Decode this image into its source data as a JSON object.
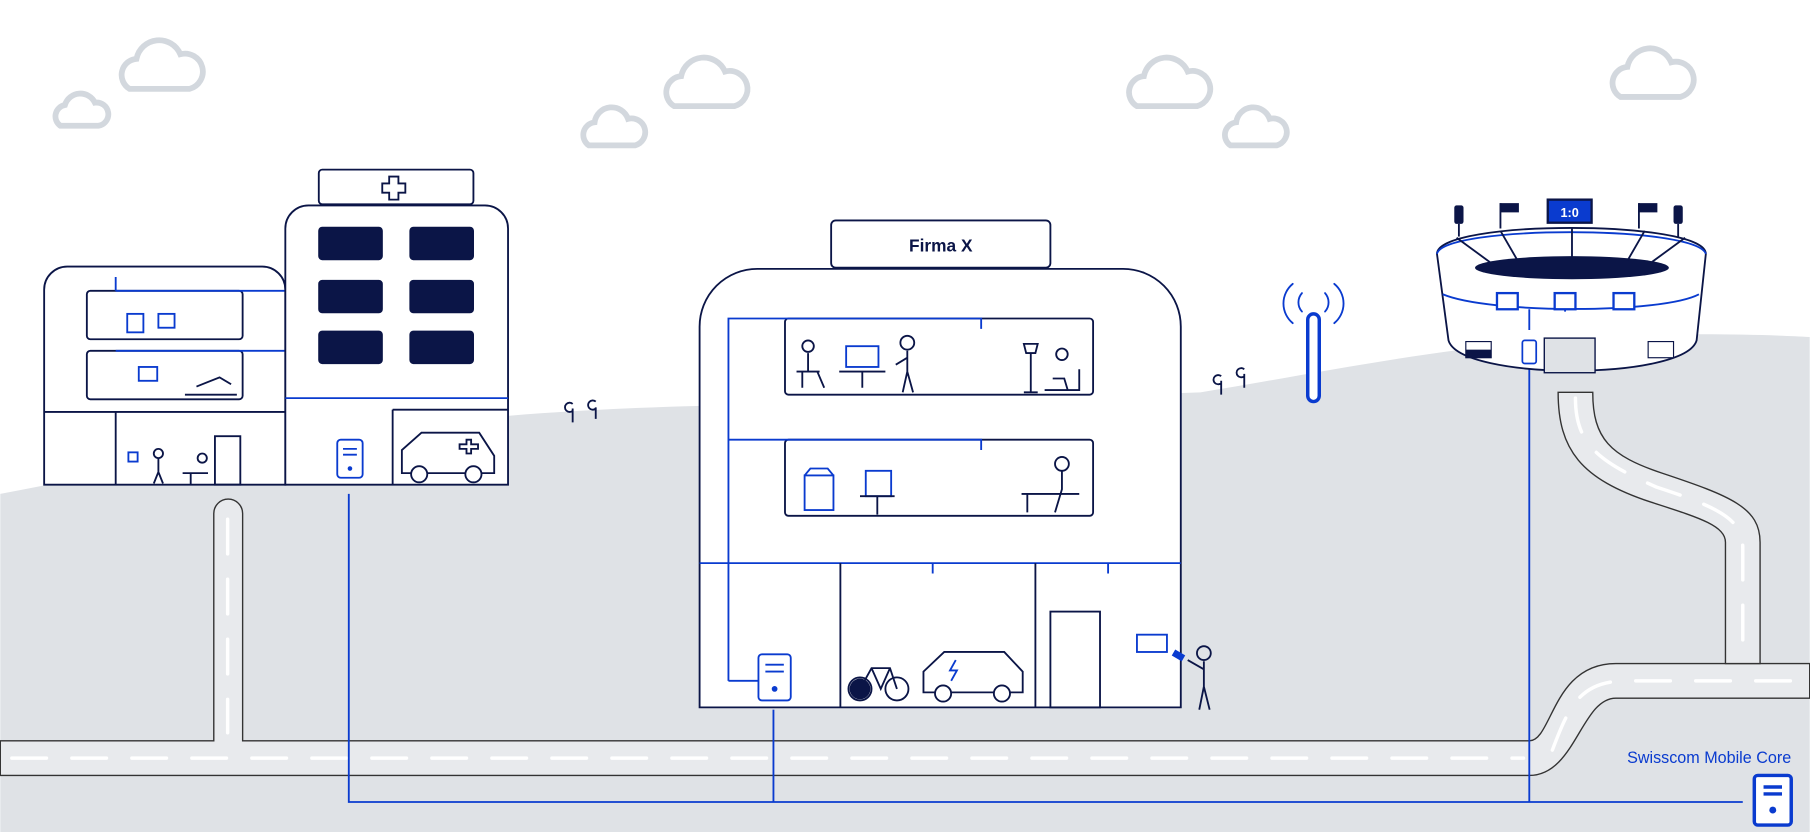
{
  "company_building": {
    "label": "Firma X"
  },
  "stadium": {
    "scoreboard": "1:0"
  },
  "core": {
    "label": "Swisscom Mobile Core"
  },
  "colors": {
    "navy": "#0b1547",
    "accent_blue": "#0a3bcf",
    "ground": "#dfe2e6",
    "cloud": "#d3d8de"
  }
}
